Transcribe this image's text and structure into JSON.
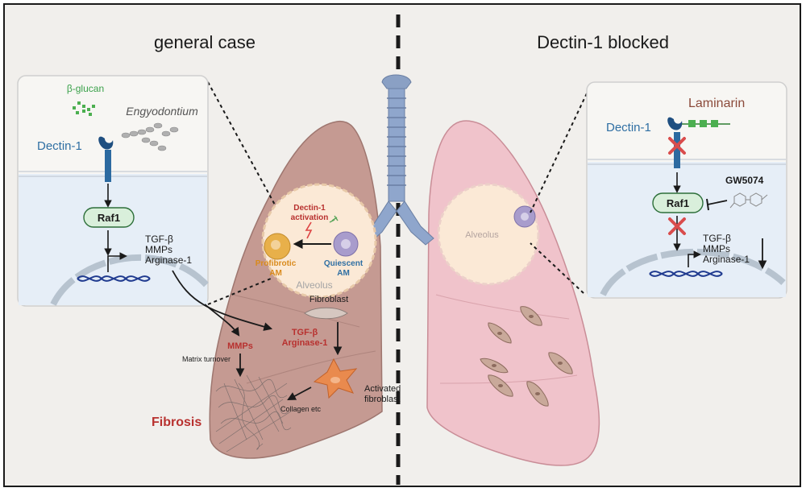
{
  "panels": {
    "left_title": "general case",
    "right_title": "Dectin-1 blocked"
  },
  "left_inset": {
    "beta_glucan": "β-glucan",
    "pathogen": "Engyodontium",
    "receptor": "Dectin-1",
    "kinase": "Raf1",
    "genes": [
      "TGF-β",
      "MMPs",
      "Arginase-1"
    ]
  },
  "left_lung": {
    "activation": [
      "Dectin-1",
      "activation"
    ],
    "profibrotic": [
      "Profibrotic",
      "AM"
    ],
    "quiescent": [
      "Quiescent",
      "AM"
    ],
    "alveolus": "Alveolus",
    "fibroblast": "Fibroblast",
    "mmps": "MMPs",
    "tgf_arg": [
      "TGF-β",
      "Arginase-1"
    ],
    "matrix": "Matrix turnover",
    "activated": [
      "Activated",
      "fibroblast"
    ],
    "collagen": "Collagen etc",
    "fibrosis": "Fibrosis"
  },
  "right_lung": {
    "alveolus": "Alveolus"
  },
  "right_inset": {
    "blocker": "Laminarin",
    "receptor": "Dectin-1",
    "inhibitor": "GW5074",
    "kinase": "Raf1",
    "genes": [
      "TGF-β",
      "MMPs",
      "Arginase-1"
    ]
  },
  "colors": {
    "red_label": "#b8312f",
    "blue_label": "#2f6fa3",
    "orange_label": "#d98a1c",
    "green_label": "#3aa14a",
    "brown_label": "#8b4a3a"
  }
}
